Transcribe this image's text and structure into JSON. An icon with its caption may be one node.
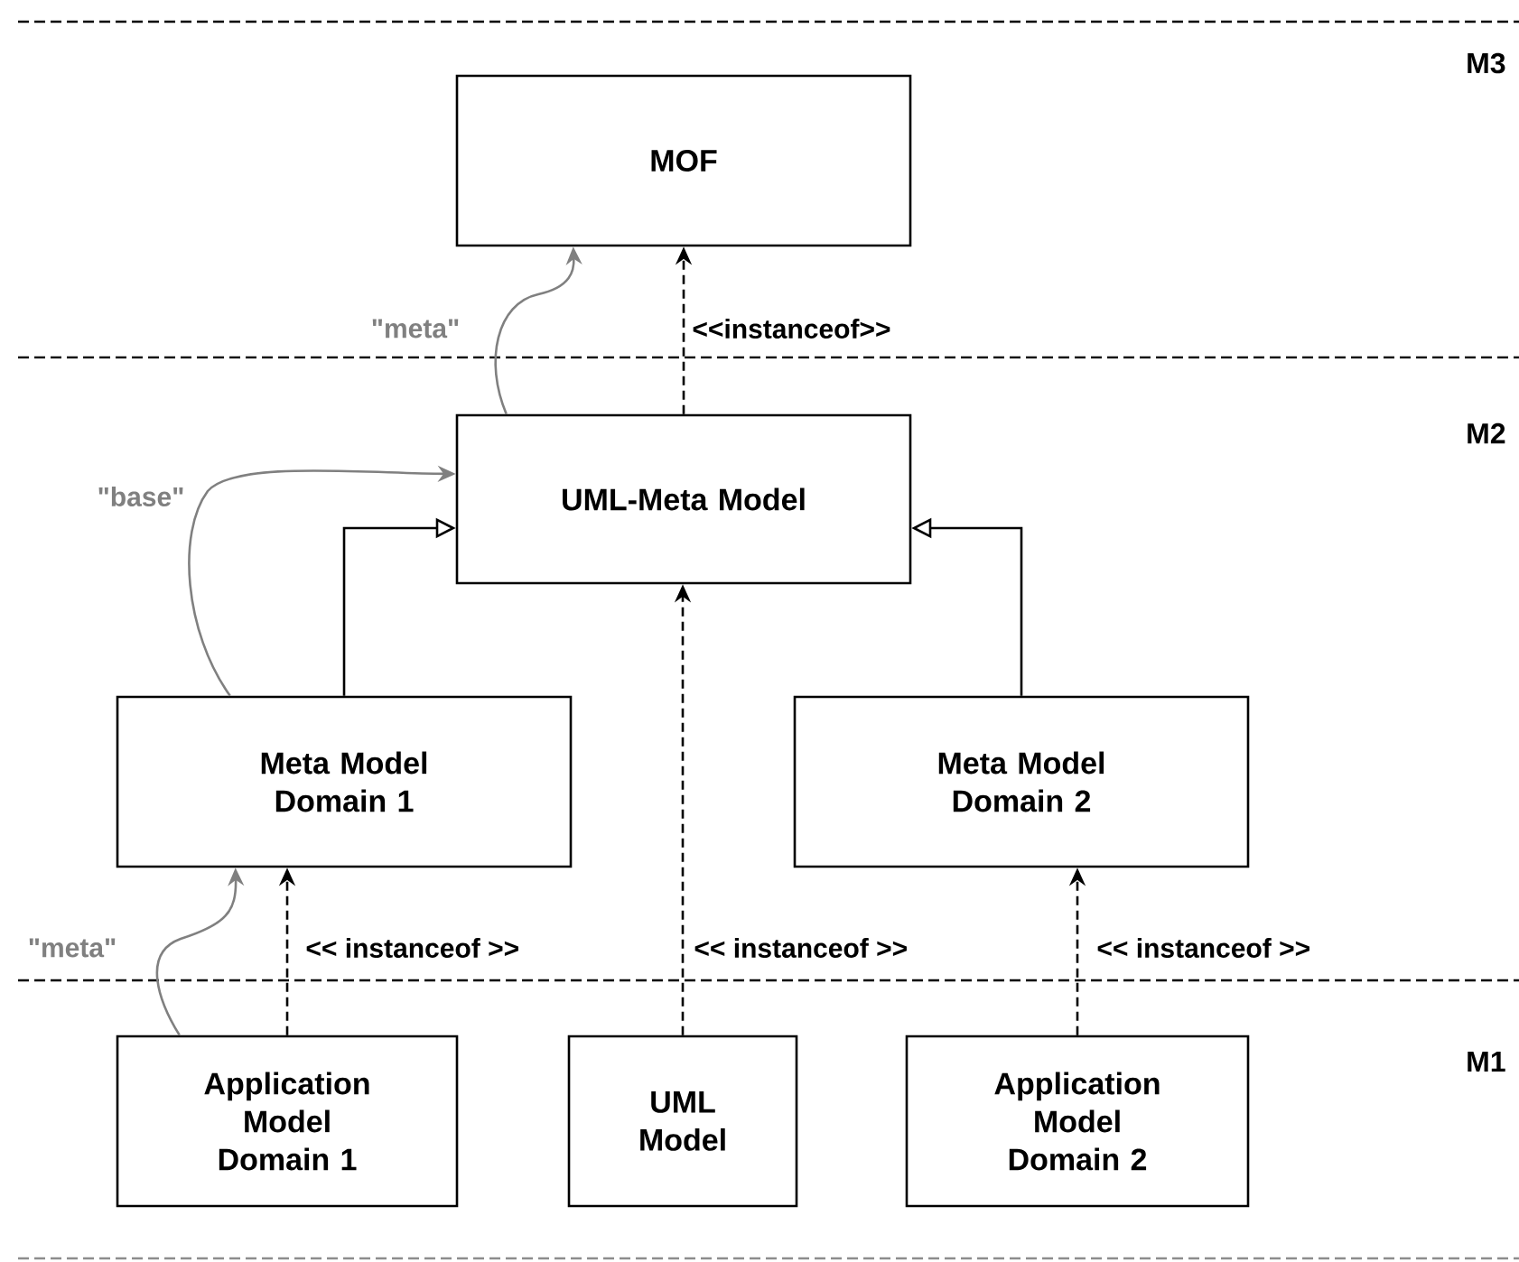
{
  "diagram": {
    "nodes": [
      {
        "text": [
          "MOF"
        ]
      },
      {
        "text": [
          "UML-Meta Model"
        ]
      },
      {
        "text": [
          "Meta Model Domain 1"
        ]
      },
      {
        "text": [
          "Meta Model Domain 2"
        ]
      },
      {
        "text": [
          "Application Model Domain 1"
        ]
      },
      {
        "text": [
          "UML Model"
        ]
      },
      {
        "text": [
          "Application Model Domain 2"
        ]
      }
    ],
    "edges": [
      {
        "from": 1,
        "to": 0,
        "arrow": "to",
        "style": "dashed",
        "label": "<<instanceof>>"
      },
      {
        "from": 1,
        "to": 0,
        "arrow": "to",
        "color": "#808080",
        "label": "\"meta\""
      },
      {
        "from": 2,
        "to": 1,
        "arrow": "to"
      },
      {
        "from": 3,
        "to": 1,
        "arrow": "to"
      },
      {
        "from": 2,
        "to": 1,
        "arrow": "to",
        "color": "#808080",
        "label": "\"base\""
      },
      {
        "from": 5,
        "to": 1,
        "arrow": "to",
        "style": "dashed",
        "label": "<< instanceof >>"
      },
      {
        "from": 4,
        "to": 2,
        "arrow": "to",
        "style": "dashed",
        "label": "<< instanceof >>"
      },
      {
        "from": 4,
        "to": 2,
        "arrow": "to",
        "color": "#808080",
        "label": "\"meta\""
      },
      {
        "from": 6,
        "to": 3,
        "arrow": "to",
        "style": "dashed",
        "label": "<< instanceof >>"
      }
    ],
    "labels": [
      "M3",
      "M2",
      "M1"
    ]
  }
}
